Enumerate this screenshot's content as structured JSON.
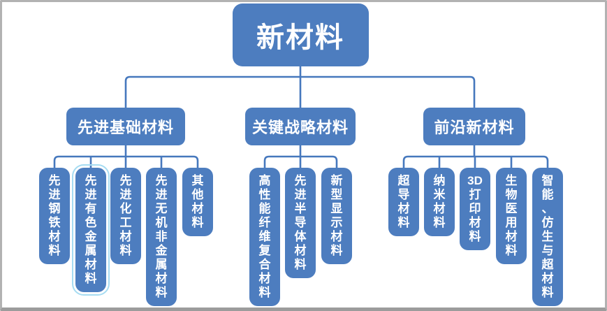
{
  "slide": {
    "colors": {
      "box_fill": "#4d7dbf",
      "connector": "#4678bd",
      "text": "#ffffff",
      "selection_outline": "#a6dcf2",
      "frame_border": "#b2b2b2"
    },
    "tree": {
      "root": {
        "label": "新材料"
      },
      "branches": [
        {
          "label": "先进基础材料",
          "children": [
            {
              "label": "先进钢铁材料",
              "lines": [
                "先",
                "进",
                "钢",
                "铁",
                "材",
                "料"
              ],
              "selected": false
            },
            {
              "label": "先进有色金属材料",
              "lines": [
                "先",
                "进",
                "有",
                "色",
                "金",
                "属",
                "材",
                "料"
              ],
              "selected": true
            },
            {
              "label": "先进化工材料",
              "lines": [
                "先",
                "进",
                "化",
                "工",
                "材",
                "料"
              ],
              "selected": false
            },
            {
              "label": "先进无机非金属材料",
              "lines": [
                "先",
                "进",
                "无",
                "机",
                "非",
                "金",
                "属",
                "材",
                "料"
              ],
              "selected": false
            },
            {
              "label": "其他材料",
              "lines": [
                "其",
                "他",
                "材",
                "料"
              ],
              "selected": false
            }
          ]
        },
        {
          "label": "关键战略材料",
          "children": [
            {
              "label": "高性能纤维复合材料",
              "lines": [
                "高",
                "性",
                "能",
                "纤",
                "维",
                "复",
                "合",
                "材",
                "料"
              ],
              "selected": false
            },
            {
              "label": "先进半导体材料",
              "lines": [
                "先",
                "进",
                "半",
                "导",
                "体",
                "材",
                "料"
              ],
              "selected": false
            },
            {
              "label": "新型显示材料",
              "lines": [
                "新",
                "型",
                "显",
                "示",
                "材",
                "料"
              ],
              "selected": false
            }
          ]
        },
        {
          "label": "前沿新材料",
          "children": [
            {
              "label": "超导材料",
              "lines": [
                "超",
                "导",
                "材",
                "料"
              ],
              "selected": false
            },
            {
              "label": "纳米材料",
              "lines": [
                "纳",
                "米",
                "材",
                "料"
              ],
              "selected": false
            },
            {
              "label": "3D打印材料",
              "lines": [
                "3D",
                "打",
                "印",
                "材",
                "料"
              ],
              "selected": false
            },
            {
              "label": "生物医用材料",
              "lines": [
                "生",
                "物",
                "医",
                "用",
                "材",
                "料"
              ],
              "selected": false
            },
            {
              "label": "智能、仿生与超材料",
              "lines": [
                "智",
                "能",
                "、",
                "仿",
                "生",
                "与",
                "超",
                "材",
                "料"
              ],
              "selected": false
            }
          ]
        }
      ]
    }
  }
}
